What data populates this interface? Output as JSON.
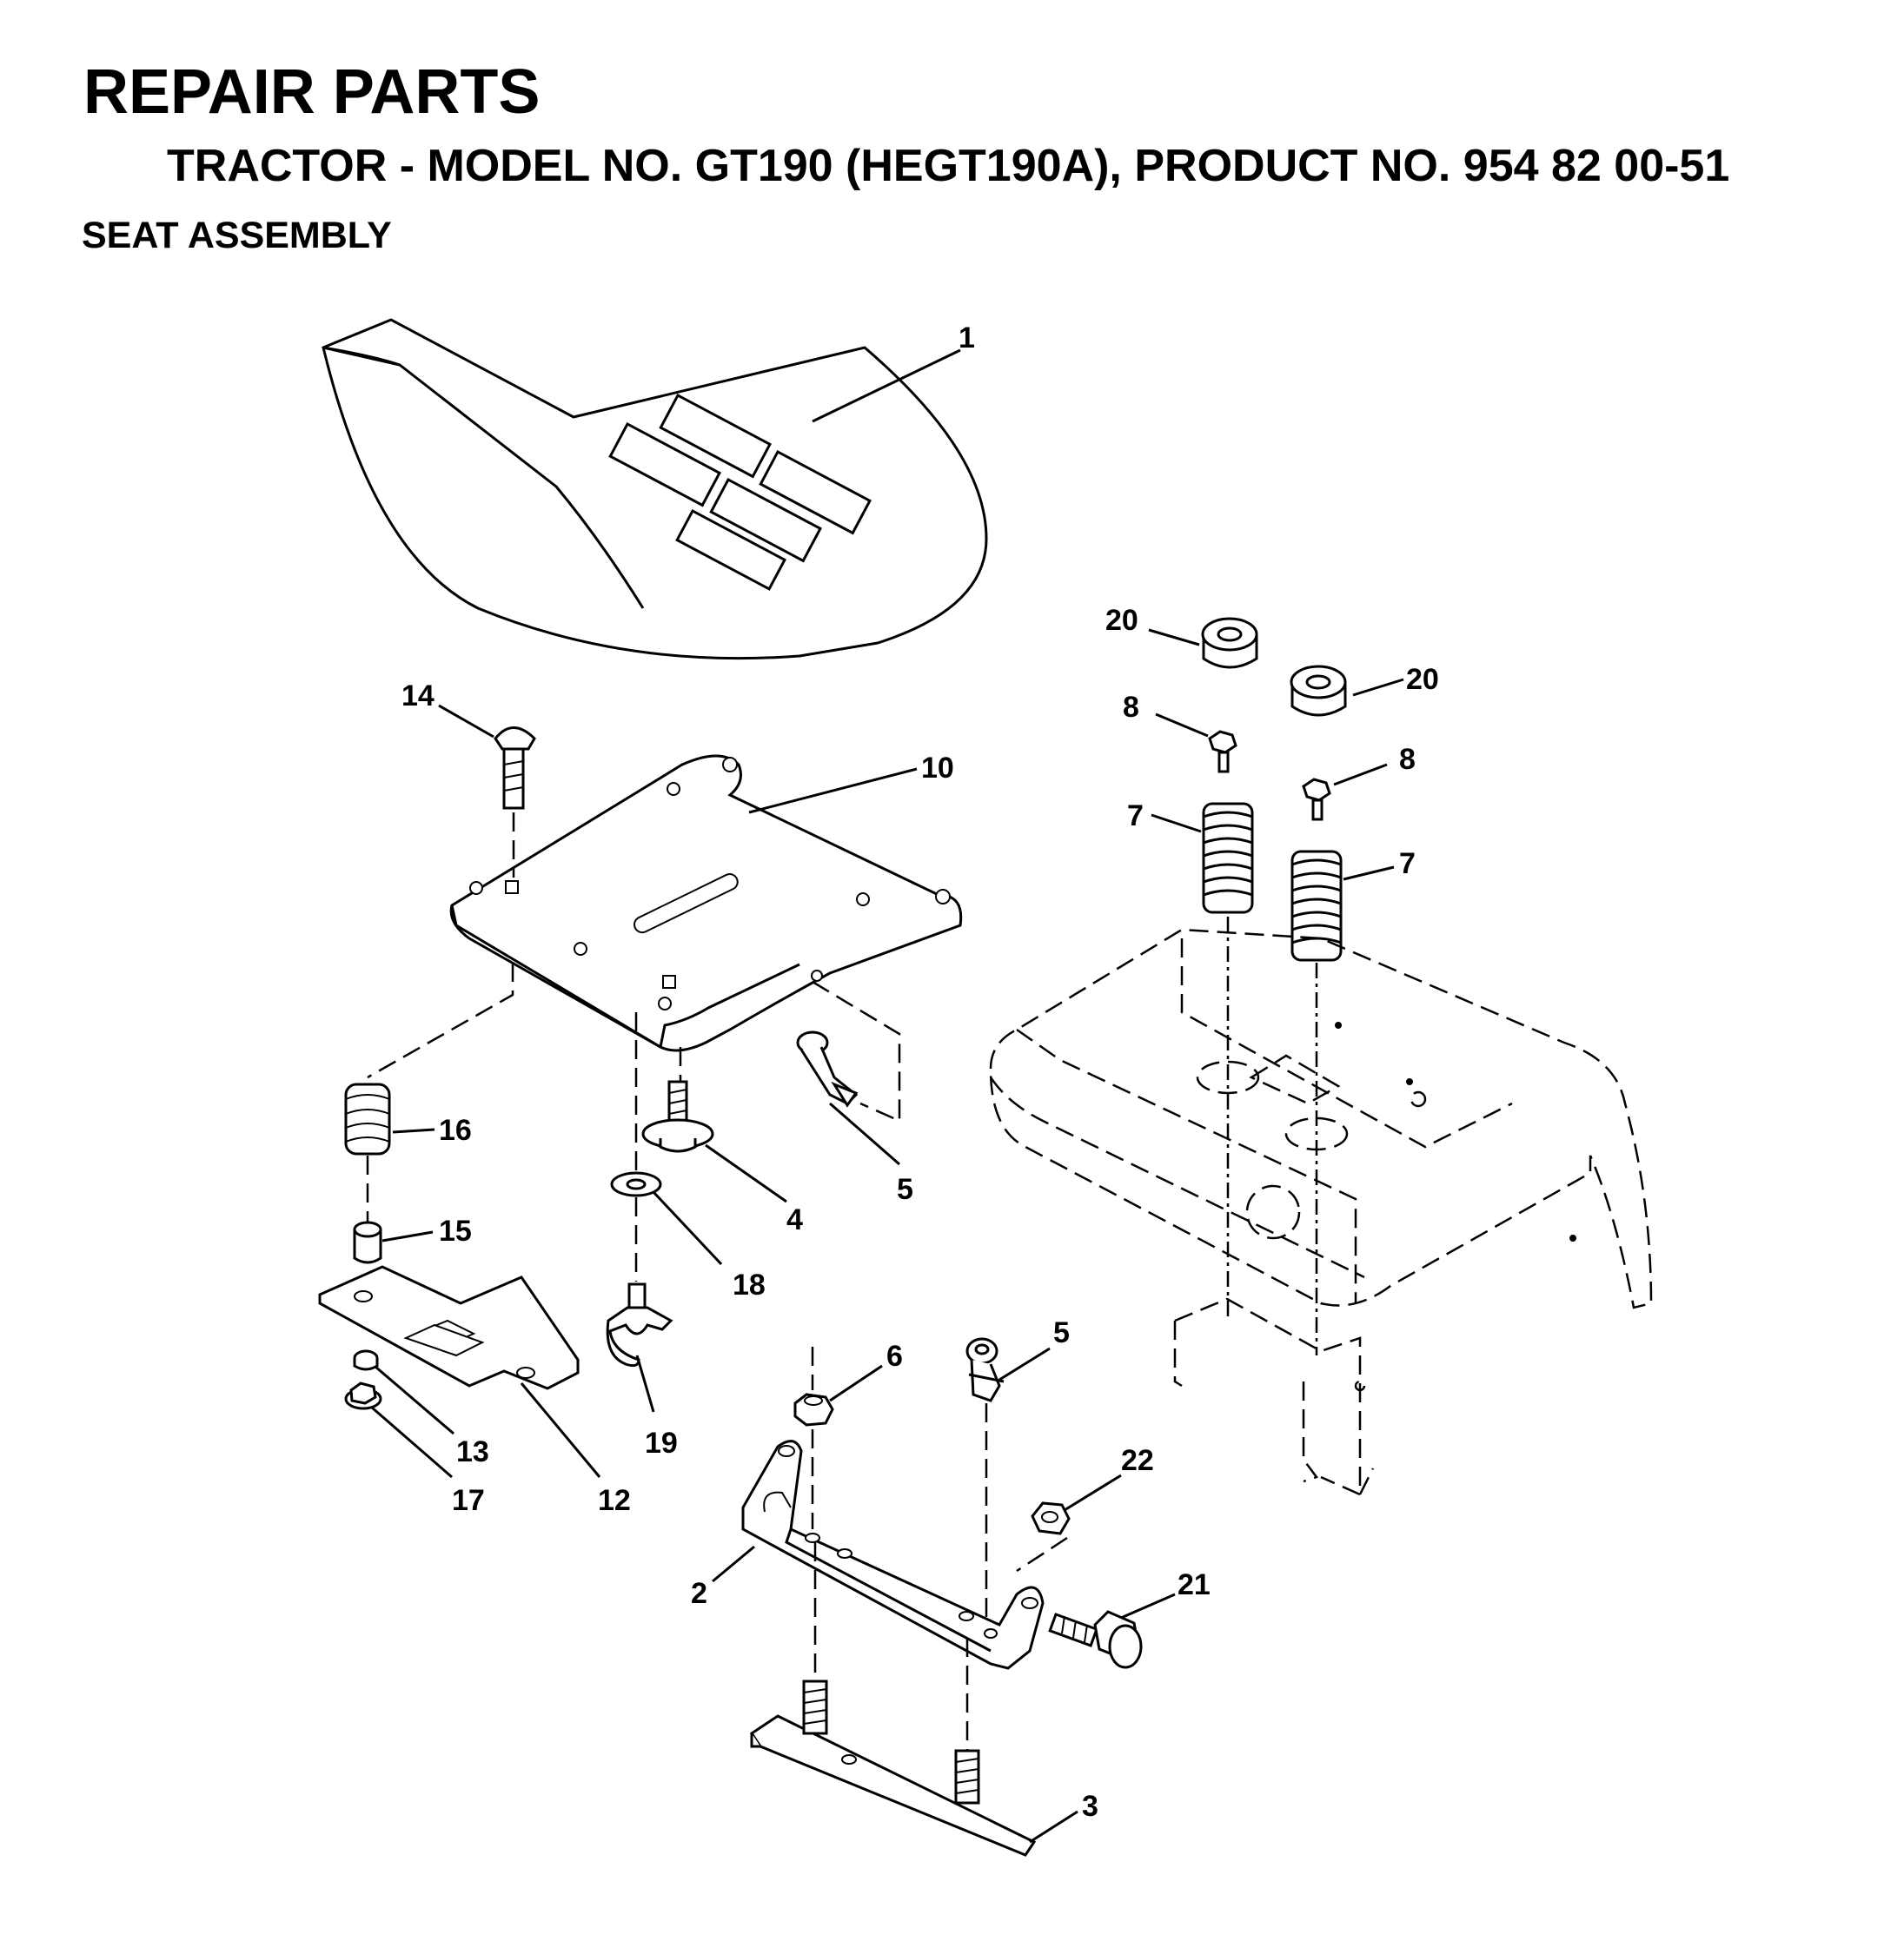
{
  "header": {
    "title": "REPAIR PARTS",
    "subtitle": "TRACTOR - MODEL NO. GT190 (HEGT190A), PRODUCT NO. 954 82 00-51",
    "section": "SEAT ASSEMBLY"
  },
  "callouts": [
    {
      "id": "c1",
      "text": "1"
    },
    {
      "id": "c20a",
      "text": "20"
    },
    {
      "id": "c20b",
      "text": "20"
    },
    {
      "id": "c14",
      "text": "14"
    },
    {
      "id": "c10",
      "text": "10"
    },
    {
      "id": "c8a",
      "text": "8"
    },
    {
      "id": "c8b",
      "text": "8"
    },
    {
      "id": "c7a",
      "text": "7"
    },
    {
      "id": "c7b",
      "text": "7"
    },
    {
      "id": "c16",
      "text": "16"
    },
    {
      "id": "c5a",
      "text": "5"
    },
    {
      "id": "c4",
      "text": "4"
    },
    {
      "id": "c15",
      "text": "15"
    },
    {
      "id": "c18",
      "text": "18"
    },
    {
      "id": "c5b",
      "text": "5"
    },
    {
      "id": "c6",
      "text": "6"
    },
    {
      "id": "c19",
      "text": "19"
    },
    {
      "id": "c13",
      "text": "13"
    },
    {
      "id": "c12",
      "text": "12"
    },
    {
      "id": "c17",
      "text": "17"
    },
    {
      "id": "c22",
      "text": "22"
    },
    {
      "id": "c21",
      "text": "21"
    },
    {
      "id": "c2",
      "text": "2"
    },
    {
      "id": "c3",
      "text": "3"
    }
  ]
}
